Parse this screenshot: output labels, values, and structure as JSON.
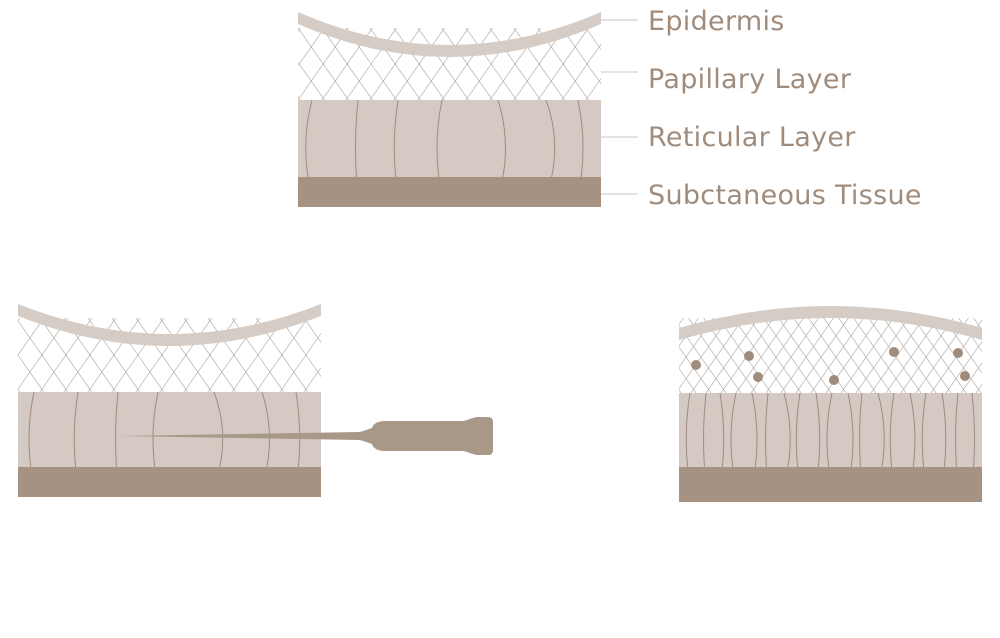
{
  "labels": {
    "epidermis": "Epidermis",
    "papillary": "Papillary Layer",
    "reticular": "Reticular Layer",
    "subcutaneous": "Subctaneous Tissue"
  },
  "colors": {
    "epidermis": "#d5ccc5",
    "reticular": "#d4cac3",
    "subcutaneous": "#a69282",
    "fiber": "#a08c7c",
    "mesh": "#b8b0ab",
    "text": "#a08c7c",
    "leader": "#cfc6bf",
    "needle": "#a89888",
    "dot": "#a08c7c"
  },
  "icons": {
    "needle": "syringe-needle-icon",
    "granule": "filler-particle-icon"
  }
}
